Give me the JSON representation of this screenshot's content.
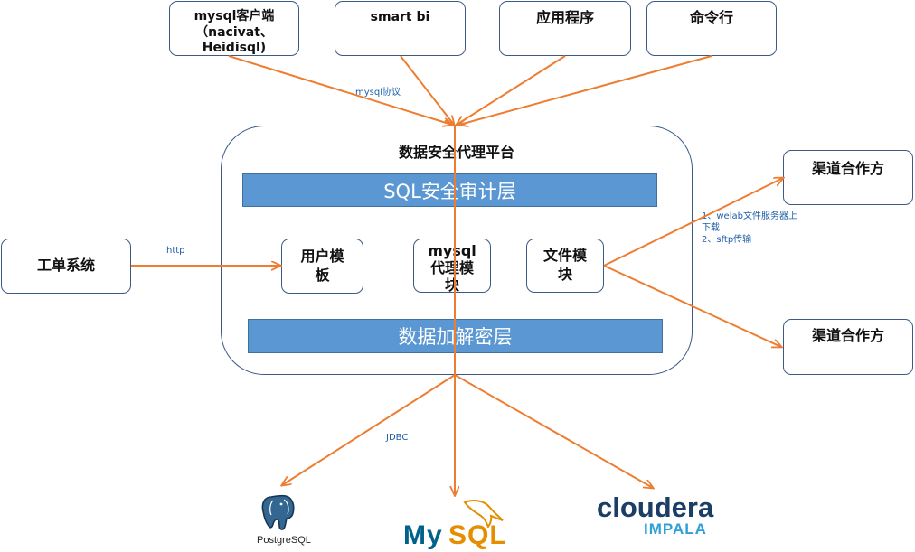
{
  "clients": {
    "mysql_client_lines": [
      "mysql客户端",
      "（nacivat、",
      "Heidisql)"
    ],
    "smartbi": "smart bi",
    "application": "应用程序",
    "cli": "命令行"
  },
  "protocol_label": "mysql协议",
  "platform": {
    "title": "数据安全代理平台",
    "sql_audit_layer": "SQL安全审计层",
    "encrypt_layer": "数据加解密层",
    "user_template_lines": [
      "用户模",
      "板"
    ],
    "mysql_proxy_lines": [
      "mysql",
      "代理模",
      "块"
    ],
    "file_module_lines": [
      "文件模",
      "块"
    ]
  },
  "ticket_system": "工单系统",
  "http_label": "http",
  "channel_top": "渠道合作方",
  "channel_bottom": "渠道合作方",
  "channel_note_lines": [
    "1、welab文件服务器上",
    "下载",
    "2、sftp传输"
  ],
  "jdbc_label": "JDBC",
  "logos": {
    "postgres": "PostgreSQL",
    "mysql_prefix": "My",
    "mysql_suffix": "SQL",
    "cloudera": "cloudera",
    "impala": "IMPALA"
  },
  "colors": {
    "arrow": "#ed7d31",
    "layer_fill": "#5a97d3",
    "box_border": "#3b5a86",
    "label_text": "#1f5fa8"
  }
}
